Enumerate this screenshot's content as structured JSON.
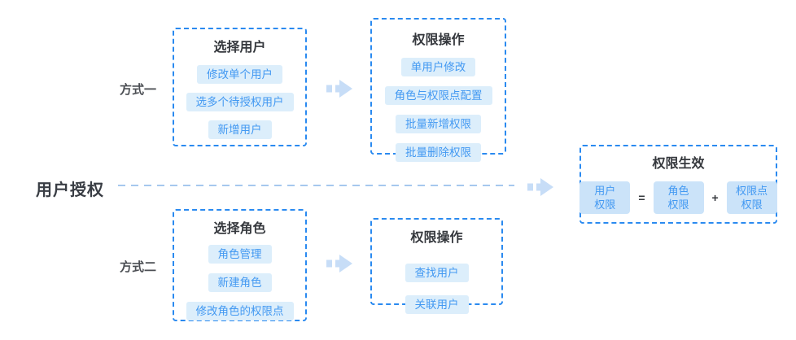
{
  "labels": {
    "flow": "用户授权",
    "method1": "方式一",
    "method2": "方式二"
  },
  "boxes": {
    "select_user": {
      "title": "选择用户",
      "items": [
        "修改单个用户",
        "选多个待授权用户",
        "新增用户"
      ]
    },
    "perm_ops_user": {
      "title": "权限操作",
      "items": [
        "单用户修改",
        "角色与权限点配置",
        "批量新增权限",
        "批量删除权限"
      ]
    },
    "select_role": {
      "title": "选择角色",
      "items": [
        "角色管理",
        "新建角色",
        "修改角色的权限点"
      ]
    },
    "perm_ops_role": {
      "title": "权限操作",
      "items": [
        "查找用户",
        "关联用户"
      ]
    },
    "perm_effect": {
      "title": "权限生效",
      "terms": [
        {
          "lines": [
            "用户",
            "权限"
          ]
        },
        {
          "lines": [
            "角色",
            "权限"
          ]
        },
        {
          "lines": [
            "权限点",
            "权限"
          ]
        }
      ],
      "operators": [
        "=",
        "+"
      ]
    }
  },
  "icons": {
    "arrow_right": "➡"
  },
  "colors": {
    "border_blue": "#2a8af0",
    "pill_bg": "#dceefb",
    "pill_text": "#4399f2",
    "term_bg": "#cbe3f9",
    "dark_text": "#35383d",
    "gray_label": "#4b4e53",
    "dashed_line": "#a6c8ee",
    "arrow": "#c7ddf7",
    "canvas_bg": "#ffffff"
  }
}
